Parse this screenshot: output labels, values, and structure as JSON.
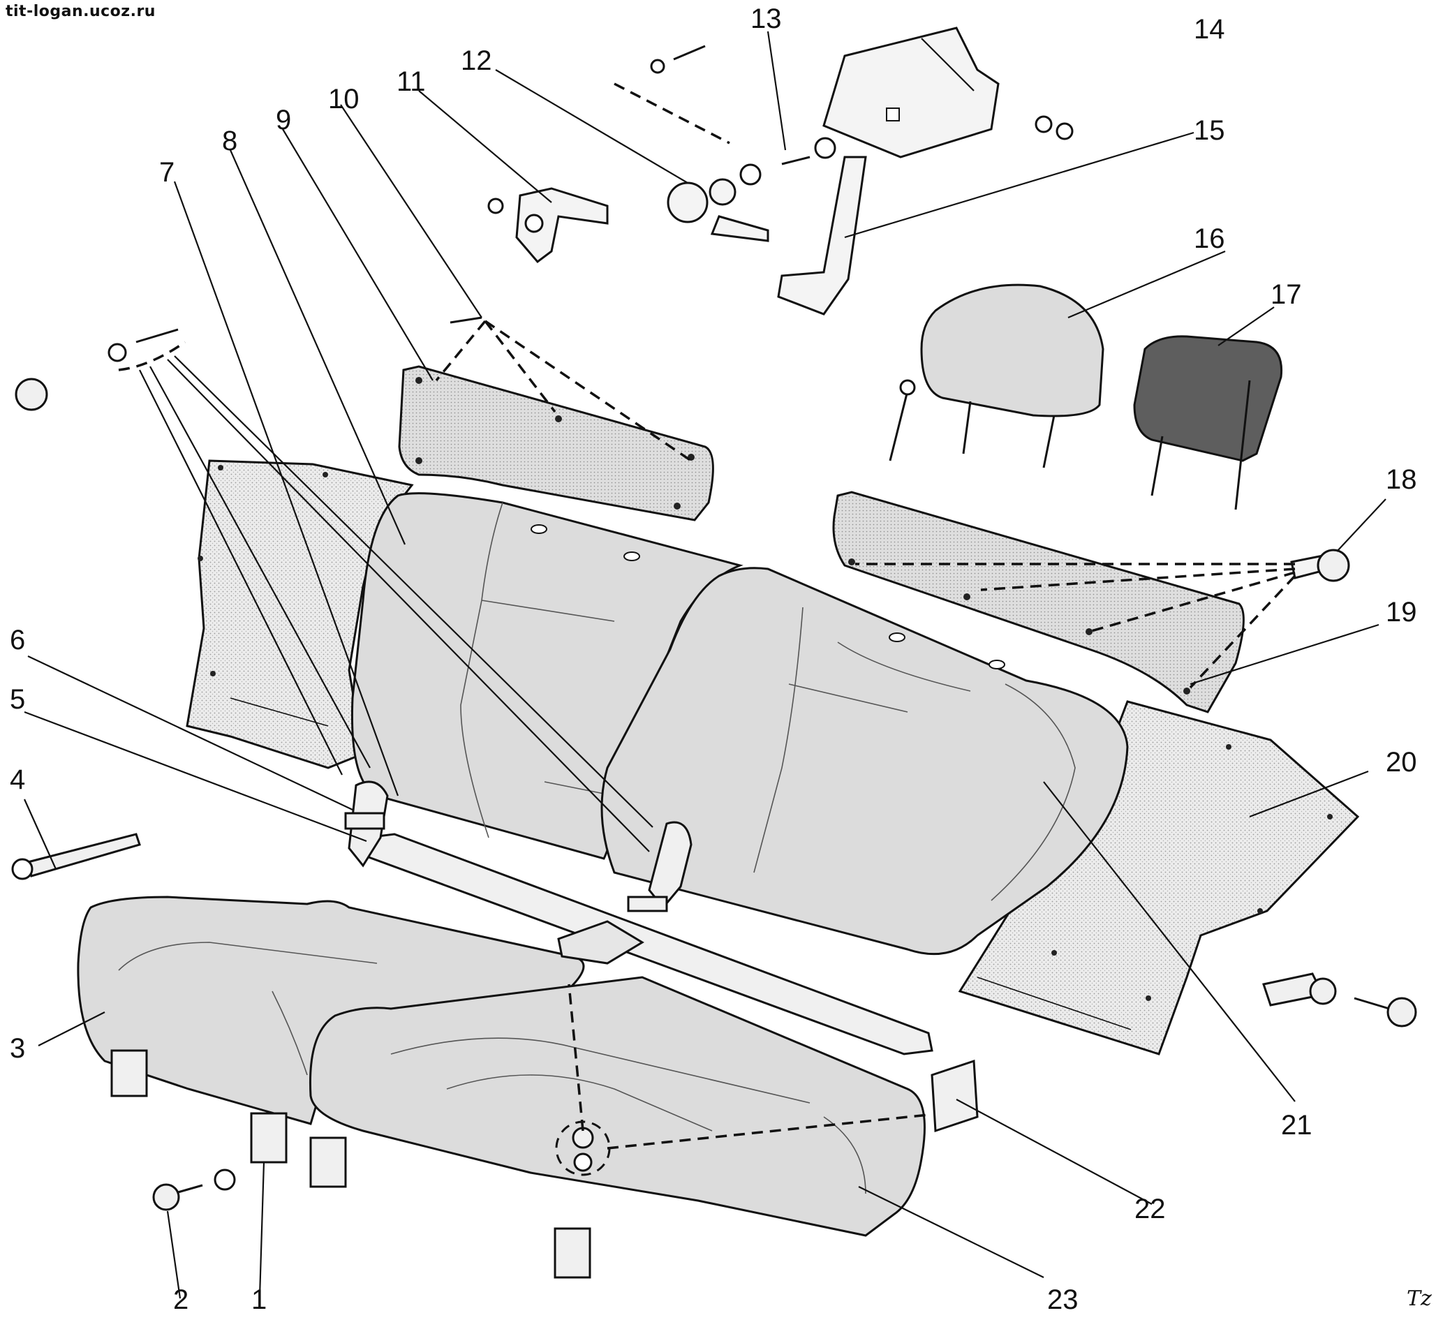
{
  "watermark": "tit-logan.ucoz.ru",
  "signature": "Tz",
  "callouts": [
    "1",
    "2",
    "3",
    "4",
    "5",
    "6",
    "7",
    "8",
    "9",
    "10",
    "11",
    "12",
    "13",
    "14",
    "15",
    "16",
    "17",
    "18",
    "19",
    "20",
    "21",
    "22",
    "23"
  ],
  "colors": {
    "seat_fill": "#dcdcdc",
    "panel_fill": "#e4e4e4",
    "board_fill": "#ebebeb",
    "headrest_dark": "#5e5e5e",
    "line": "#111111"
  }
}
